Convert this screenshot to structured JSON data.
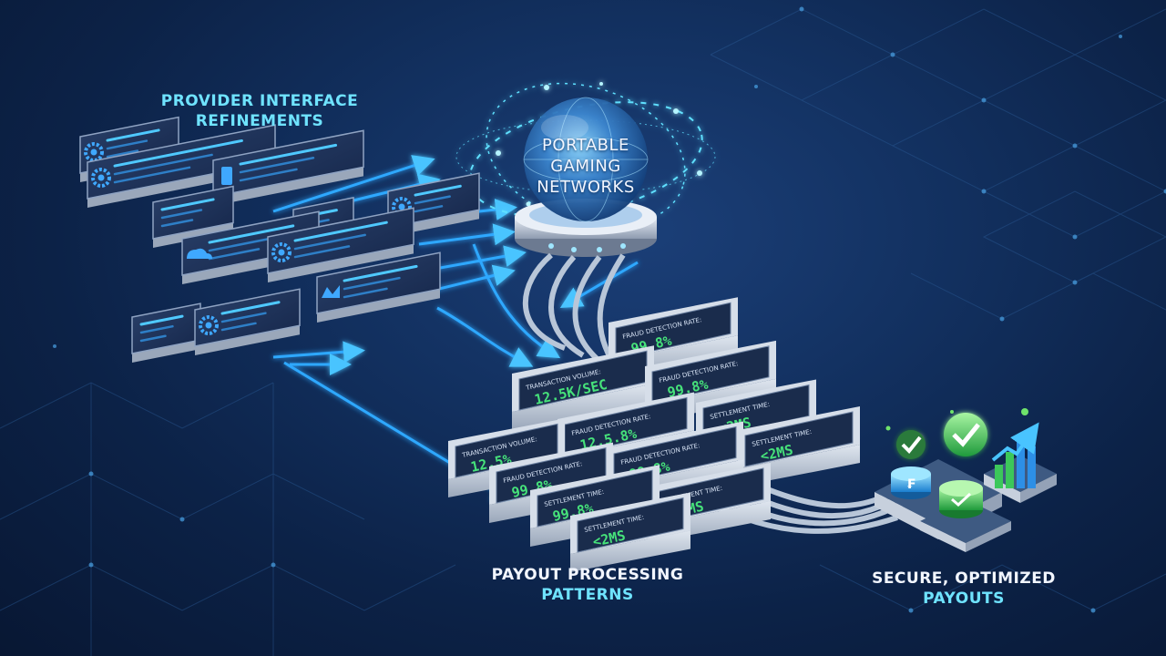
{
  "labels": {
    "provider_line1": "PROVIDER INTERFACE",
    "provider_line2": "REFINEMENTS",
    "network_line1": "PORTABLE",
    "network_line2": "GAMING",
    "network_line3": "NETWORKS",
    "payout_line1": "PAYOUT PROCESSING",
    "payout_line2": "PATTERNS",
    "secure_line1": "SECURE, OPTIMIZED",
    "secure_line2": "PAYOUTS"
  },
  "metric_tiles": [
    {
      "caption": "FRAUD DETECTION RATE:",
      "value": "99.8%"
    },
    {
      "caption": "TRANSACTION VOLUME:",
      "value": "12.5K/SEC"
    },
    {
      "caption": "FRAUD DETECTION RATE:",
      "value": "99.8%"
    },
    {
      "caption": "FRAUD DETECTION RATE:",
      "value": "12.5.8%"
    },
    {
      "caption": "SETTLEMENT TIME:",
      "value": "<2MS"
    },
    {
      "caption": "TRANSACTION VOLUME:",
      "value": "12.5%"
    },
    {
      "caption": "FRAUD DETECTION RATE:",
      "value": "99.8%"
    },
    {
      "caption": "SETTLEMENT TIME:",
      "value": "<2MS"
    },
    {
      "caption": "FRAUD DETECTION RATE:",
      "value": "99.8%"
    },
    {
      "caption": "SETTLEMENT TIME:",
      "value": "<2MS"
    },
    {
      "caption": "SETTLEMENT TIME:",
      "value": "99.8%"
    },
    {
      "caption": "SETTLEMENT TIME:",
      "value": "<2MS"
    }
  ],
  "colors": {
    "accent_cyan": "#5fe0ff",
    "flow_blue": "#2ea8ff",
    "metric_green": "#46e27a",
    "panel_dark": "#1c2f4f",
    "panel_light": "#c9d2df"
  },
  "icons": [
    "gear-icon",
    "phone-icon",
    "cloud-icon",
    "hand-icon",
    "globe-icon",
    "checkmark-icon",
    "coin-stack-icon",
    "growth-chart-icon"
  ]
}
